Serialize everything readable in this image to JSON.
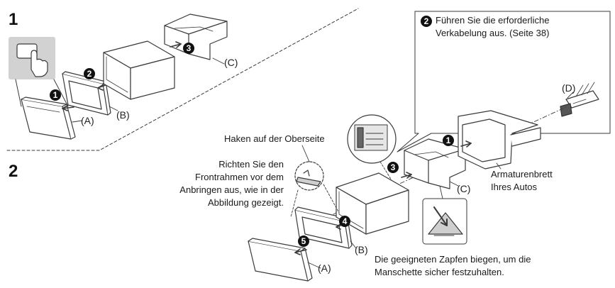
{
  "sections": {
    "first": "1",
    "second": "2"
  },
  "steps": {
    "s1": "1",
    "s2": "2",
    "s3": "3",
    "s4": "4",
    "s5": "5"
  },
  "parts": {
    "a": "(A)",
    "b": "(B)",
    "c": "(C)",
    "d": "(D)"
  },
  "callout": {
    "line1": "Führen Sie die erforderliche",
    "line2": "Verkabelung aus. (Seite 38)"
  },
  "notes": {
    "hook": "Haken auf der Oberseite",
    "align_1": "Richten Sie den",
    "align_2": "Frontrahmen vor dem",
    "align_3": "Anbringen aus, wie in der",
    "align_4": "Abbildung gezeigt.",
    "dash_1": "Armaturenbrett",
    "dash_2": "Ihres Autos",
    "tabs_1": "Die geeigneten Zapfen biegen, um die",
    "tabs_2": "Manschette sicher festzuhalten."
  },
  "colors": {
    "line": "#3a3a3a",
    "fill": "#ffffff",
    "panel": "#eeeeee",
    "inset": "#cfcfcf",
    "badge": "#111111"
  }
}
